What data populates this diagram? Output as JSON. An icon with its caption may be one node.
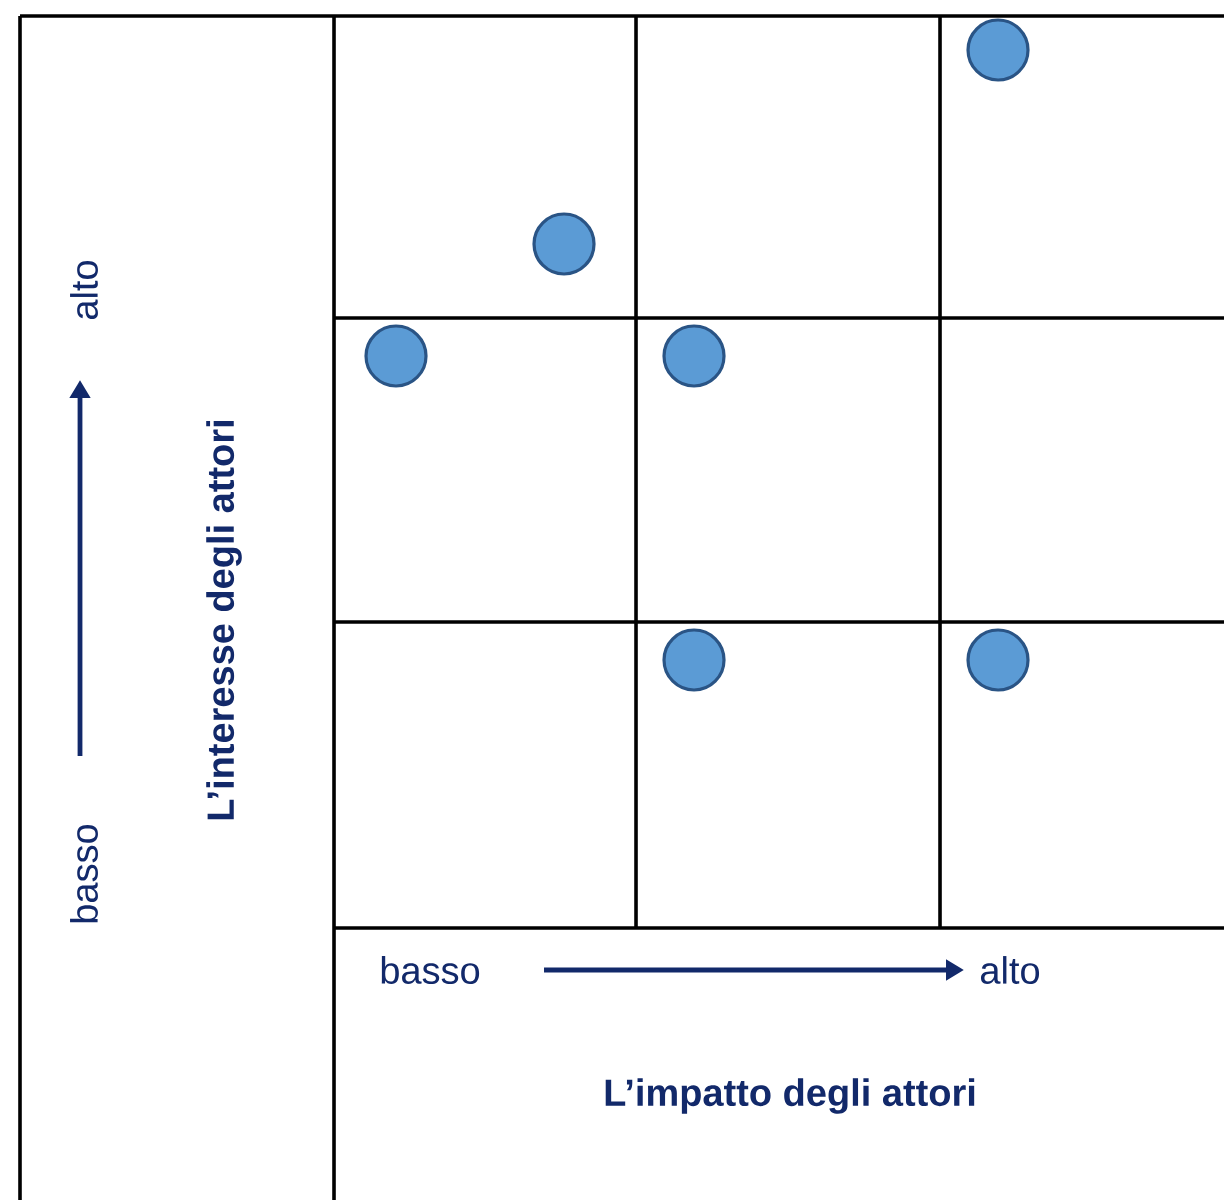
{
  "diagram": {
    "nodes": [
      {
        "text": [],
        "shape": "circle"
      },
      {
        "text": [],
        "shape": "circle"
      },
      {
        "text": [],
        "shape": "circle"
      },
      {
        "text": [],
        "shape": "circle"
      },
      {
        "text": [],
        "shape": "circle"
      },
      {
        "text": [],
        "shape": "circle"
      }
    ],
    "labels": [
      "alto",
      "basso",
      "L’interesse degli attori",
      "basso",
      "alto",
      "L’impatto degli attori"
    ]
  }
}
